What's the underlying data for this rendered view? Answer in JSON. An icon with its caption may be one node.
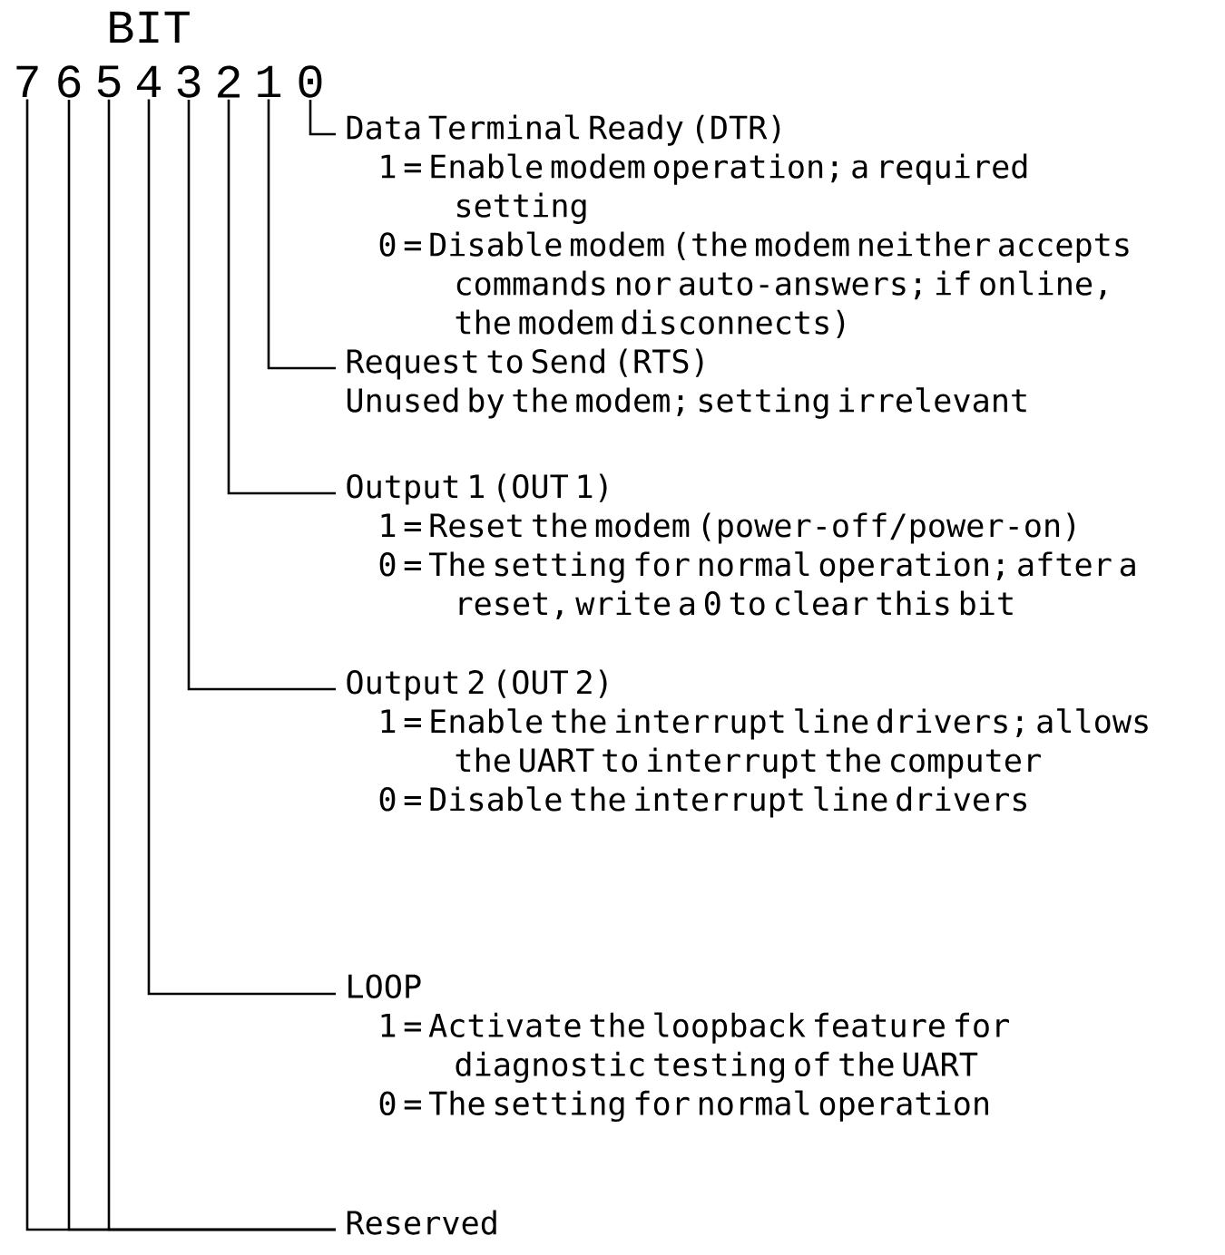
{
  "diagram": {
    "title": "BIT",
    "nodes": [
      {
        "text": [
          "7"
        ]
      },
      {
        "text": [
          "6"
        ]
      },
      {
        "text": [
          "5"
        ]
      },
      {
        "text": [
          "4"
        ]
      },
      {
        "text": [
          "3"
        ]
      },
      {
        "text": [
          "2"
        ]
      },
      {
        "text": [
          "1"
        ]
      },
      {
        "text": [
          "0"
        ]
      },
      {
        "text": [
          "Data Terminal Ready (DTR)",
          "1 = Enable modem operation; a required setting",
          "0 = Disable modem (the modem neither accepts commands nor auto-answers; if online, the modem disconnects)"
        ]
      },
      {
        "text": [
          "Request to Send (RTS)",
          "Unused by the modem; setting irrelevant"
        ]
      },
      {
        "text": [
          "Output 1 (OUT 1)",
          "1 = Reset the modem (power-off/power-on)",
          "0 = The setting for normal operation; after a reset, write a 0 to clear this bit"
        ]
      },
      {
        "text": [
          "Output 2 (OUT 2)",
          "1 = Enable the interrupt line drivers; allows the UART to interrupt the computer",
          "0 = Disable the interrupt line drivers"
        ]
      },
      {
        "text": [
          "LOOP",
          "1 = Activate the loopback feature for diagnostic testing of the UART",
          "0 = The setting for normal operation"
        ]
      },
      {
        "text": [
          "Reserved"
        ]
      }
    ],
    "edges": [
      {
        "from": 7,
        "to": 8,
        "arrow": "none"
      },
      {
        "from": 6,
        "to": 9,
        "arrow": "none"
      },
      {
        "from": 5,
        "to": 10,
        "arrow": "none"
      },
      {
        "from": 4,
        "to": 11,
        "arrow": "none"
      },
      {
        "from": 3,
        "to": 12,
        "arrow": "none"
      },
      {
        "from": 2,
        "to": 13,
        "arrow": "none"
      },
      {
        "from": 1,
        "to": 13,
        "arrow": "none"
      },
      {
        "from": 0,
        "to": 13,
        "arrow": "none"
      }
    ]
  }
}
